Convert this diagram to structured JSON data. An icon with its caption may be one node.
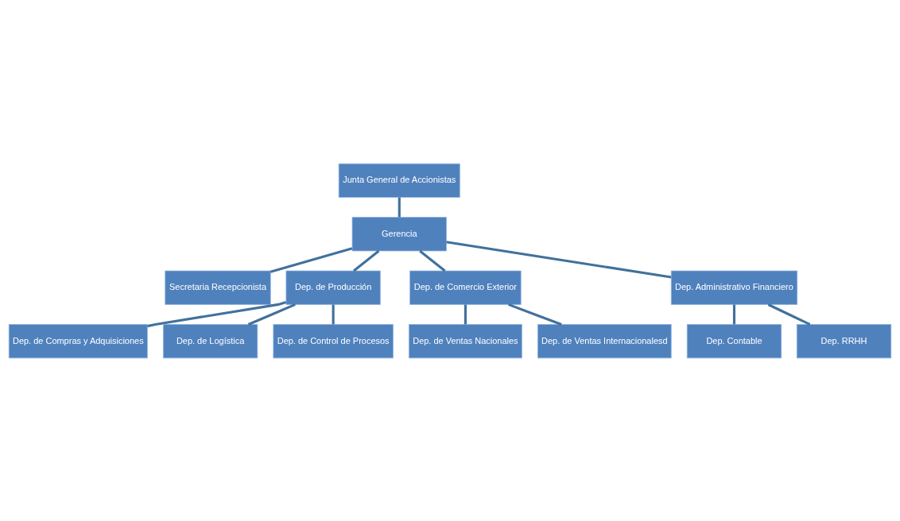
{
  "diagram": {
    "nodes": [
      {
        "text": [
          "Junta General de Accionistas"
        ]
      },
      {
        "text": [
          "Gerencia"
        ]
      },
      {
        "text": [
          "Secretaria Recepcionista"
        ]
      },
      {
        "text": [
          "Dep. de Producción"
        ]
      },
      {
        "text": [
          "Dep. de Comercio Exterior"
        ]
      },
      {
        "text": [
          "Dep. Administrativo Financiero"
        ]
      },
      {
        "text": [
          "Dep. de Compras y Adquisiciones"
        ]
      },
      {
        "text": [
          "Dep. de Logística"
        ]
      },
      {
        "text": [
          "Dep. de Control de Procesos"
        ]
      },
      {
        "text": [
          "Dep. de Ventas Nacionales"
        ]
      },
      {
        "text": [
          "Dep. de Ventas Internacionalesd"
        ]
      },
      {
        "text": [
          "Dep. Contable"
        ]
      },
      {
        "text": [
          "Dep. RRHH"
        ]
      }
    ],
    "edges": [
      {
        "from": 0,
        "to": 1,
        "arrow": "none"
      },
      {
        "from": 1,
        "to": 2,
        "arrow": "none"
      },
      {
        "from": 1,
        "to": 3,
        "arrow": "none"
      },
      {
        "from": 1,
        "to": 4,
        "arrow": "none"
      },
      {
        "from": 1,
        "to": 5,
        "arrow": "none"
      },
      {
        "from": 3,
        "to": 6,
        "arrow": "none"
      },
      {
        "from": 3,
        "to": 7,
        "arrow": "none"
      },
      {
        "from": 3,
        "to": 8,
        "arrow": "none"
      },
      {
        "from": 4,
        "to": 9,
        "arrow": "none"
      },
      {
        "from": 4,
        "to": 10,
        "arrow": "none"
      },
      {
        "from": 5,
        "to": 11,
        "arrow": "none"
      },
      {
        "from": 5,
        "to": 12,
        "arrow": "none"
      }
    ]
  }
}
